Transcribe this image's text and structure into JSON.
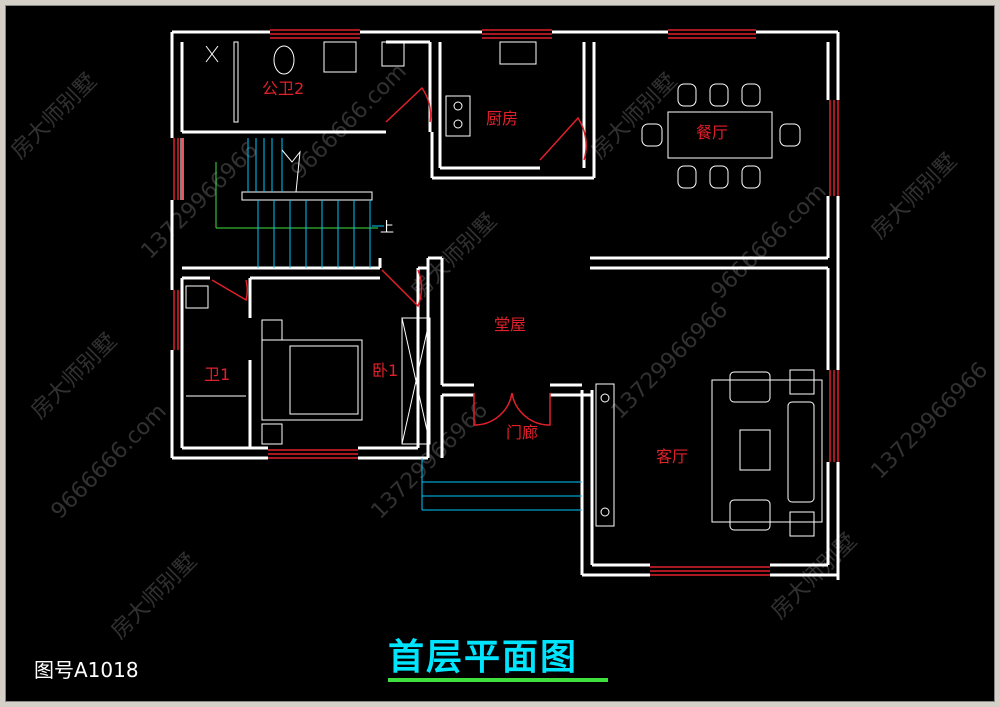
{
  "rooms": {
    "public_bath2": "公卫2",
    "kitchen": "厨房",
    "dining": "餐厅",
    "hall": "堂屋",
    "bedroom1": "卧1",
    "bath1": "卫1",
    "porch": "门廊",
    "living": "客厅",
    "stair_up": "上"
  },
  "title": "首层平面图",
  "drawing_number": "图号A1018",
  "watermark": {
    "brand": "房大师别墅",
    "phone": "13729966966",
    "site": "9666666.com"
  },
  "colors": {
    "wall": "#ffffff",
    "window": "#e0202a",
    "stair": "#00c8ff",
    "title": "#00e5ff",
    "underline": "#3ee03e"
  }
}
